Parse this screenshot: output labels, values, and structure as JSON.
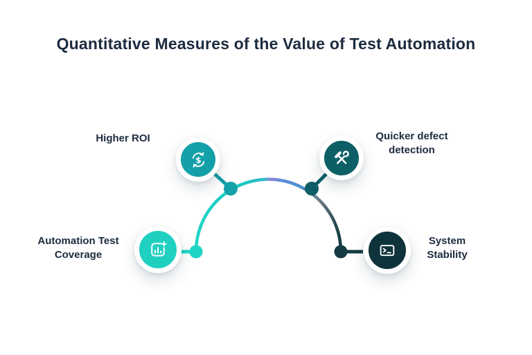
{
  "title": "Quantitative Measures of the Value of Test Automation",
  "colors": {
    "title_text": "#1c2b3f",
    "turquoise": "#1fd0c1",
    "teal": "#13a0a8",
    "dark_teal": "#0d5f66",
    "dark_navy": "#0e333b",
    "arc_purple": "#8c83da",
    "arc_blue": "#4b90d8",
    "arc_gray": "#6e7e88"
  },
  "nodes": [
    {
      "id": "automation-test-coverage",
      "label": "Automation Test\nCoverage",
      "icon": "bar-chart-plus-icon",
      "circle_color": "#1fd0c1"
    },
    {
      "id": "higher-roi",
      "label": "Higher ROI",
      "icon": "dollar-sync-icon",
      "circle_color": "#13a0a8"
    },
    {
      "id": "quicker-defect-detection",
      "label": "Quicker defect\ndetection",
      "icon": "tools-icon",
      "circle_color": "#0d5f66"
    },
    {
      "id": "system-stability",
      "label": "System\nStability",
      "icon": "terminal-icon",
      "circle_color": "#0e333b"
    }
  ]
}
